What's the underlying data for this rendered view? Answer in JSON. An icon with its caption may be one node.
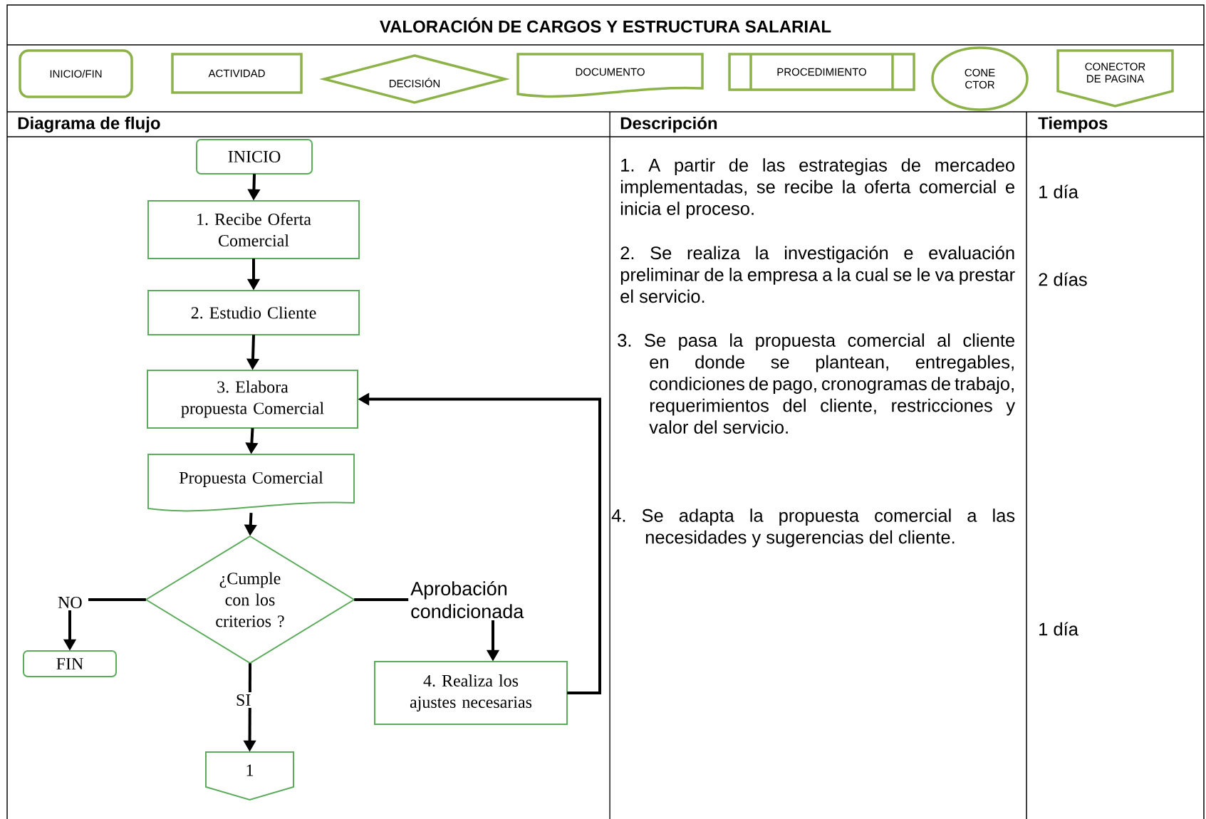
{
  "diagram": {
    "title": "VALORACIÓN DE CARGOS Y ESTRUCTURA SALARIAL",
    "nodes": [
      {
        "text": [
          "INICIO/FIN"
        ]
      },
      {
        "text": [
          "ACTIVIDAD"
        ]
      },
      {
        "text": [
          "DECISIÓN"
        ]
      },
      {
        "text": [
          "DOCUMENTO"
        ]
      },
      {
        "text": [
          "PROCEDIMIENTO"
        ]
      },
      {
        "text": [
          "CONE CTOR"
        ]
      },
      {
        "text": [
          "CONECTOR DE PAGINA"
        ]
      },
      {
        "text": [
          "INICIO"
        ]
      },
      {
        "text": [
          "1. Recibe Oferta Comercial"
        ]
      },
      {
        "text": [
          "2. Estudio Cliente"
        ]
      },
      {
        "text": [
          "3. Elabora propuesta Comercial"
        ]
      },
      {
        "text": [
          "Propuesta Comercial"
        ]
      },
      {
        "text": [
          "¿Cumple con los criterios ?"
        ]
      },
      {
        "text": [
          "FIN"
        ]
      },
      {
        "text": [
          "4. Realiza los ajustes necesarias"
        ]
      },
      {
        "text": [
          "1"
        ]
      }
    ],
    "edges": [
      {
        "from": 7,
        "to": 8,
        "arrow": "to"
      },
      {
        "from": 8,
        "to": 9,
        "arrow": "to"
      },
      {
        "from": 9,
        "to": 10,
        "arrow": "to"
      },
      {
        "from": 10,
        "to": 11,
        "arrow": "to"
      },
      {
        "from": 11,
        "to": 12,
        "arrow": "to"
      },
      {
        "from": 12,
        "to": 13,
        "arrow": "to",
        "label": "NO"
      },
      {
        "from": 12,
        "to": 14,
        "arrow": "to",
        "label": "Aprobación condicionada"
      },
      {
        "from": 12,
        "to": 15,
        "arrow": "to",
        "label": "SI"
      },
      {
        "from": 14,
        "to": 10,
        "arrow": "to"
      }
    ],
    "labels": [
      "Diagrama de flujo",
      "Descripción",
      "Tiempos",
      "1. A partir de las estrategias de mercadeo implementadas, se recibe la oferta comercial e inicia el proceso.",
      "1 día",
      "2. Se realiza la investigación e evaluación preliminar de la empresa a la cual se le va prestar el servicio.",
      "2 días",
      "3. Se pasa la propuesta comercial al cliente en donde se plantean, entregables, condiciones de pago, cronogramas de trabajo, requerimientos del cliente, restricciones y valor del servicio.",
      "4. Se adapta la propuesta comercial a las necesidades y sugerencias del cliente.",
      "1 día"
    ]
  }
}
